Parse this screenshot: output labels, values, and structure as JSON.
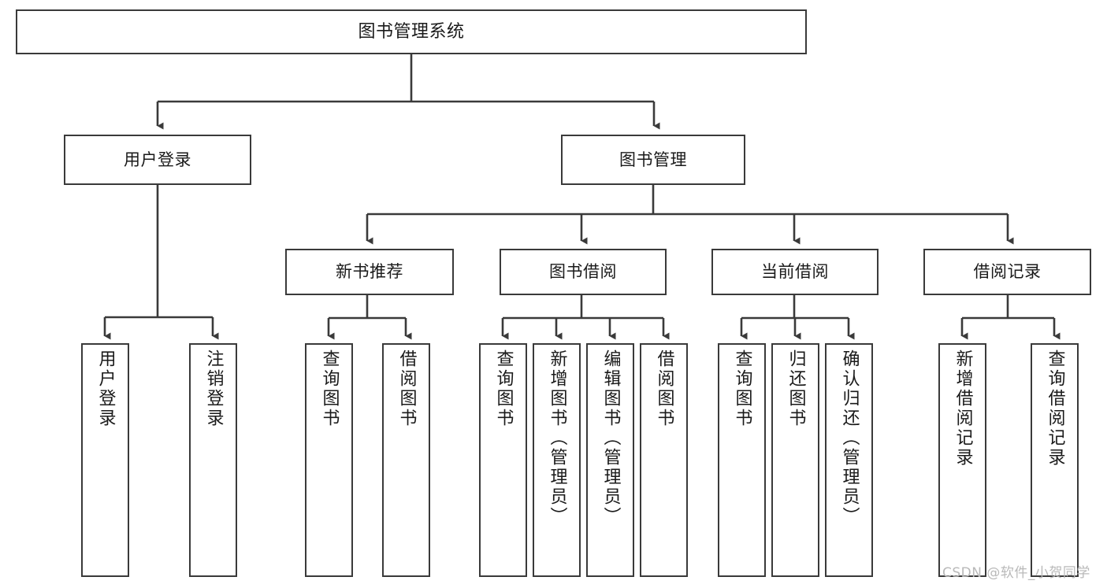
{
  "diagram": {
    "title": "图书管理系统",
    "type": "functional-structure-tree",
    "orientation": "top-down",
    "nodes": {
      "root": {
        "label": "图书管理系统"
      },
      "level1": [
        {
          "id": "user-login",
          "label": "用户登录"
        },
        {
          "id": "book-management",
          "label": "图书管理"
        }
      ],
      "level2": [
        {
          "id": "new-book-recommend",
          "label": "新书推荐"
        },
        {
          "id": "book-borrow",
          "label": "图书借阅"
        },
        {
          "id": "current-borrow",
          "label": "当前借阅"
        },
        {
          "id": "borrow-record",
          "label": "借阅记录"
        }
      ],
      "leaves": {
        "user-login": [
          {
            "id": "leaf-user-login",
            "label": "用户登录"
          },
          {
            "id": "leaf-logout-login",
            "label": "注销登录"
          }
        ],
        "new-book-recommend": [
          {
            "id": "leaf-query-book-1",
            "label": "查询图书"
          },
          {
            "id": "leaf-borrow-book-1",
            "label": "借阅图书"
          }
        ],
        "book-borrow": [
          {
            "id": "leaf-query-book-2",
            "label": "查询图书"
          },
          {
            "id": "leaf-add-book",
            "label": "新增图书（管理员）"
          },
          {
            "id": "leaf-edit-book",
            "label": "编辑图书（管理员）"
          },
          {
            "id": "leaf-borrow-book-2",
            "label": "借阅图书"
          }
        ],
        "current-borrow": [
          {
            "id": "leaf-query-book-3",
            "label": "查询图书"
          },
          {
            "id": "leaf-return-book",
            "label": "归还图书"
          },
          {
            "id": "leaf-confirm-return",
            "label": "确认归还（管理员）"
          }
        ],
        "borrow-record": [
          {
            "id": "leaf-add-record",
            "label": "新增借阅记录"
          },
          {
            "id": "leaf-query-record",
            "label": "查询借阅记录"
          }
        ]
      }
    },
    "colors": {
      "stroke": "#3a3a3a",
      "fill": "#ffffff",
      "text": "#1a1a1a",
      "watermark": "#b9b9b9"
    }
  },
  "watermark": {
    "text": "CSDN @软件_小贺同学"
  }
}
